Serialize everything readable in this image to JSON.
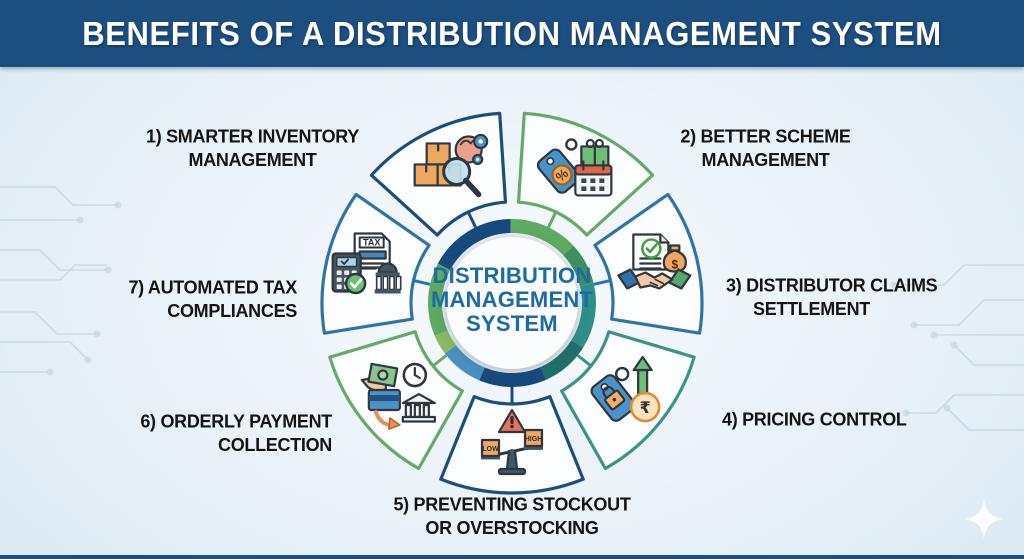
{
  "header": {
    "title": "BENEFITS OF A DISTRIBUTION MANAGEMENT SYSTEM",
    "bg_color": "#1c4e7f"
  },
  "center": {
    "lines": [
      "DISTRIBUTION",
      "MANAGEMENT",
      "SYSTEM"
    ],
    "text_color": "#1c6ba5"
  },
  "colors": {
    "navy": "#1b4d7e",
    "blue": "#2f73a8",
    "green": "#67a96b",
    "teal": "#3a9488",
    "wedge_fill": "#fcfdfe",
    "label_text": "#141414"
  },
  "benefits": [
    {
      "num": "1",
      "slug": "inventory",
      "lines": [
        "1) SMARTER INVENTORY",
        "MANAGEMENT"
      ],
      "border_color": "#1b4d7e",
      "icon": "inventory-analysis-icon"
    },
    {
      "num": "2",
      "slug": "scheme",
      "lines": [
        "2) BETTER SCHEME",
        "MANAGEMENT"
      ],
      "border_color": "#67a96b",
      "icon": "scheme-gifts-calendar-icon"
    },
    {
      "num": "3",
      "slug": "claims",
      "lines": [
        "3) DISTRIBUTOR CLAIMS",
        "SETTLEMENT"
      ],
      "border_color": "#2f73a8",
      "icon": "claims-handshake-icon"
    },
    {
      "num": "4",
      "slug": "pricing",
      "lines": [
        "4) PRICING CONTROL"
      ],
      "border_color": "#3a9488",
      "icon": "pricing-lock-tag-icon"
    },
    {
      "num": "5",
      "slug": "stock",
      "lines": [
        "5) PREVENTING STOCKOUT",
        "OR OVERSTOCKING"
      ],
      "border_color": "#1b4d7e",
      "icon": "stock-balance-icon"
    },
    {
      "num": "6",
      "slug": "payment",
      "lines": [
        "6) ORDERLY PAYMENT",
        "COLLECTION"
      ],
      "border_color": "#67a96b",
      "icon": "payment-collection-icon"
    },
    {
      "num": "7",
      "slug": "tax",
      "lines": [
        "7) AUTOMATED TAX",
        "COMPLIANCES"
      ],
      "border_color": "#2f73a8",
      "icon": "tax-compliance-icon"
    }
  ],
  "ring_segments": [
    {
      "start": -180,
      "end": -152,
      "color": "#5ea963"
    },
    {
      "start": -152,
      "end": -91,
      "color": "#174a7c"
    },
    {
      "start": -91,
      "end": -43,
      "color": "#5ea963"
    },
    {
      "start": -43,
      "end": -14,
      "color": "#3f8e5f"
    },
    {
      "start": -14,
      "end": 32,
      "color": "#2f8e8a"
    },
    {
      "start": 32,
      "end": 66,
      "color": "#20706a"
    },
    {
      "start": 66,
      "end": 113,
      "color": "#174a7c"
    },
    {
      "start": 113,
      "end": 143,
      "color": "#4a8fc2"
    },
    {
      "start": 143,
      "end": 157,
      "color": "#8ab95f"
    },
    {
      "start": 157,
      "end": 180,
      "color": "#5ea963"
    }
  ]
}
